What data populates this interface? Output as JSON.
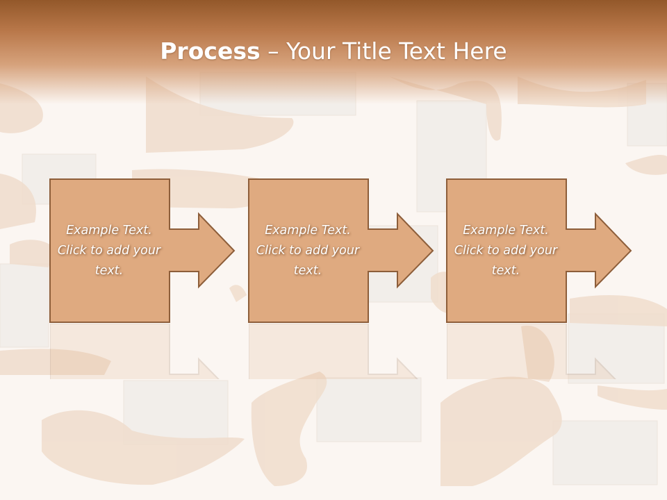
{
  "slide": {
    "title_bold": "Process",
    "title_rest": " – Your Title Text Here"
  },
  "steps": [
    {
      "label": "Example Text. Click  to add your text."
    },
    {
      "label": "Example Text. Click  to add your text."
    },
    {
      "label": "Example Text. Click  to add your text."
    }
  ],
  "colors": {
    "header": "#a8693a",
    "box_fill": "#dfaa80",
    "box_border": "#8d5e3a",
    "background": "#fbf6f2"
  }
}
